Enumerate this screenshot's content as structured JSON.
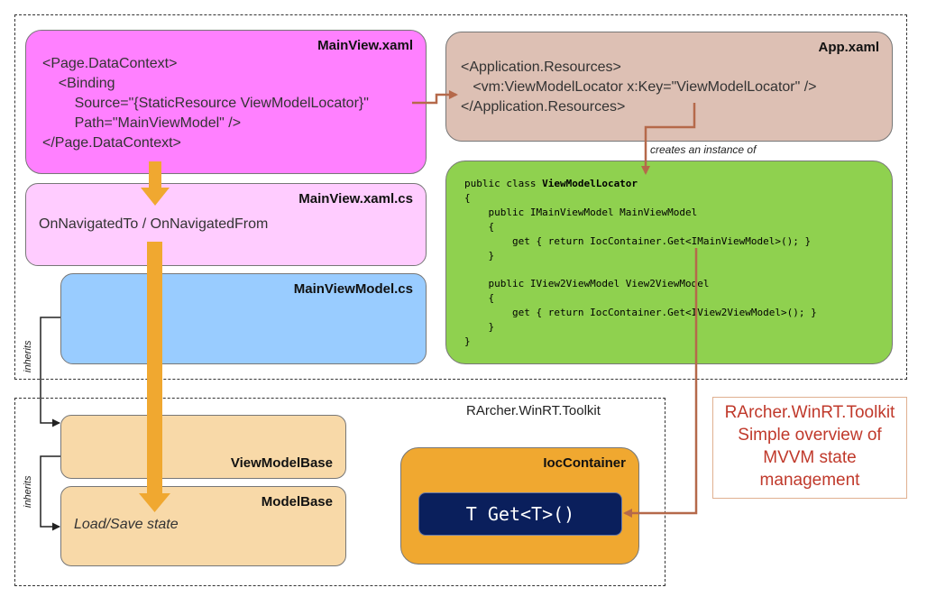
{
  "regions": {
    "toolkit_label": "RArcher.WinRT.Toolkit"
  },
  "main_view_xaml": {
    "title": "MainView.xaml",
    "code": "<Page.DataContext>\n    <Binding\n        Source=\"{StaticResource ViewModelLocator}\"\n        Path=\"MainViewModel\" />\n</Page.DataContext>",
    "color": "#ff80ff"
  },
  "main_view_cs": {
    "title": "MainView.xaml.cs",
    "text": "OnNavigatedTo / OnNavigatedFrom",
    "color": "#ffccff"
  },
  "main_view_model": {
    "title": "MainViewModel.cs",
    "color": "#99ccff"
  },
  "app_xaml": {
    "title": "App.xaml",
    "code": "<Application.Resources>\n   <vm:ViewModelLocator x:Key=\"ViewModelLocator\" />\n</Application.Resources>",
    "color": "#ddc0b4"
  },
  "creates_label": "creates an instance of",
  "locator_code": {
    "line1_prefix": "public class ",
    "line1_bold": "ViewModelLocator",
    "rest": "{\n    public IMainViewModel MainViewModel\n    {\n        get { return IocContainer.Get<IMainViewModel>(); }\n    }\n\n    public IView2ViewModel View2ViewModel\n    {\n        get { return IocContainer.Get<IView2ViewModel>(); }\n    }\n}",
    "color": "#8fd14f"
  },
  "view_model_base": {
    "title": "ViewModelBase",
    "color": "#f8d9a8"
  },
  "model_base": {
    "title": "ModelBase",
    "text": "Load/Save state",
    "color": "#f8d9a8"
  },
  "ioc_container": {
    "title": "IocContainer",
    "method": "T Get<T>()",
    "color": "#f0a830",
    "method_bg": "#0a1f5c"
  },
  "inherits_label": "inherits",
  "caption": {
    "lines": [
      "RArcher.WinRT.Toolkit",
      "Simple overview of",
      "MVVM state",
      "management"
    ],
    "color": "#c0392b"
  },
  "colors": {
    "orange_arrow": "#f0a830",
    "brown_connector": "#b5694a"
  }
}
